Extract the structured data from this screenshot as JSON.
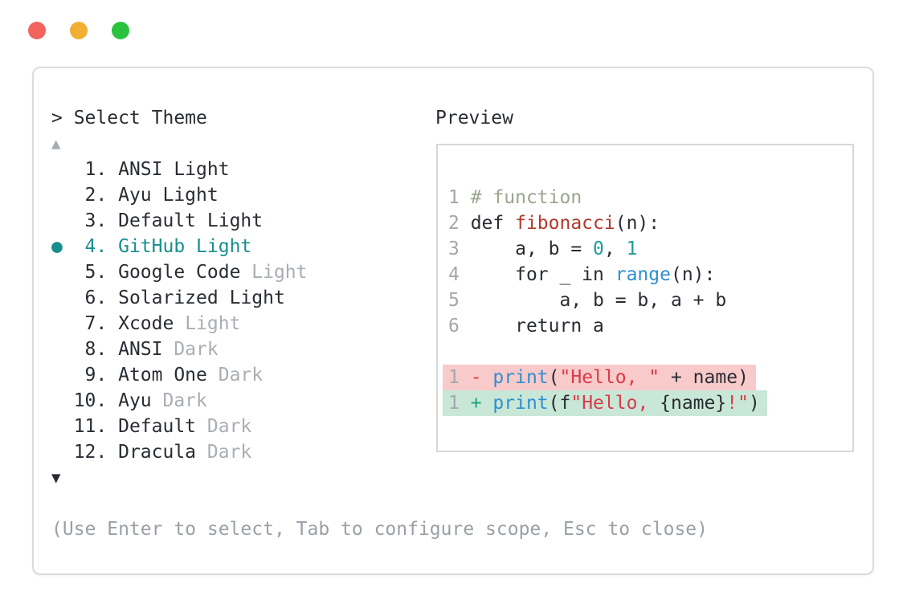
{
  "window_controls": {
    "close_color": "#f2635d",
    "minimize_color": "#f2b032",
    "maximize_color": "#2bc240"
  },
  "theme_picker": {
    "title": "> Select Theme",
    "scroll_up_indicator": "▲",
    "scroll_down_indicator": "▼",
    "selected_index": 4,
    "items": [
      {
        "marker": "  ",
        "number": " 1. ",
        "name": "ANSI Light",
        "variant": ""
      },
      {
        "marker": "  ",
        "number": " 2. ",
        "name": "Ayu Light",
        "variant": ""
      },
      {
        "marker": "  ",
        "number": " 3. ",
        "name": "Default Light",
        "variant": ""
      },
      {
        "marker": "● ",
        "number": " 4. ",
        "name": "GitHub Light",
        "variant": "",
        "selected": true
      },
      {
        "marker": "  ",
        "number": " 5. ",
        "name": "Google Code",
        "variant": " Light"
      },
      {
        "marker": "  ",
        "number": " 6. ",
        "name": "Solarized Light",
        "variant": ""
      },
      {
        "marker": "  ",
        "number": " 7. ",
        "name": "Xcode",
        "variant": " Light"
      },
      {
        "marker": "  ",
        "number": " 8. ",
        "name": "ANSI",
        "variant": " Dark"
      },
      {
        "marker": "  ",
        "number": " 9. ",
        "name": "Atom One",
        "variant": " Dark"
      },
      {
        "marker": "  ",
        "number": "10. ",
        "name": "Ayu",
        "variant": " Dark"
      },
      {
        "marker": "  ",
        "number": "11. ",
        "name": "Default",
        "variant": " Dark"
      },
      {
        "marker": "  ",
        "number": "12. ",
        "name": "Dracula",
        "variant": " Dark"
      }
    ],
    "footer_hint": "(Use Enter to select, Tab to configure scope, Esc to close)"
  },
  "preview": {
    "title": "Preview",
    "lines": [
      {
        "num": "1 ",
        "tokens": [
          {
            "t": "# function",
            "c": "comment"
          }
        ]
      },
      {
        "num": "2 ",
        "tokens": [
          {
            "t": "def ",
            "c": "plain"
          },
          {
            "t": "fibonacci",
            "c": "func"
          },
          {
            "t": "(n):",
            "c": "plain"
          }
        ]
      },
      {
        "num": "3 ",
        "tokens": [
          {
            "t": "    a, b = ",
            "c": "plain"
          },
          {
            "t": "0",
            "c": "number"
          },
          {
            "t": ", ",
            "c": "plain"
          },
          {
            "t": "1",
            "c": "number"
          }
        ]
      },
      {
        "num": "4 ",
        "tokens": [
          {
            "t": "    for _ in ",
            "c": "plain"
          },
          {
            "t": "range",
            "c": "builtin"
          },
          {
            "t": "(n):",
            "c": "plain"
          }
        ]
      },
      {
        "num": "5 ",
        "tokens": [
          {
            "t": "        a, b = b, a + b",
            "c": "plain"
          }
        ]
      },
      {
        "num": "6 ",
        "tokens": [
          {
            "t": "    return a",
            "c": "plain"
          }
        ]
      }
    ],
    "diff_lines": [
      {
        "num": "1 ",
        "type": "removed",
        "tokens": [
          {
            "t": "- ",
            "c": "removed"
          },
          {
            "t": "print",
            "c": "builtin"
          },
          {
            "t": "(",
            "c": "plain"
          },
          {
            "t": "\"Hello, \"",
            "c": "string"
          },
          {
            "t": " + name)",
            "c": "plain"
          }
        ]
      },
      {
        "num": "1 ",
        "type": "added",
        "tokens": [
          {
            "t": "+ ",
            "c": "added"
          },
          {
            "t": "print",
            "c": "builtin"
          },
          {
            "t": "(f",
            "c": "plain"
          },
          {
            "t": "\"Hello, ",
            "c": "string"
          },
          {
            "t": "{name}",
            "c": "plain"
          },
          {
            "t": "!\"",
            "c": "string"
          },
          {
            "t": ")",
            "c": "plain"
          }
        ]
      }
    ]
  },
  "colors": {
    "accent_teal": "#178f8f",
    "diff_removed_bg": "#f8caca",
    "diff_added_bg": "#c9e7d6",
    "comment": "#9ba58f",
    "function_name": "#b2382c",
    "string": "#da3a4b",
    "builtin": "#2f8fd0",
    "muted_gray": "#9aa0a6"
  }
}
